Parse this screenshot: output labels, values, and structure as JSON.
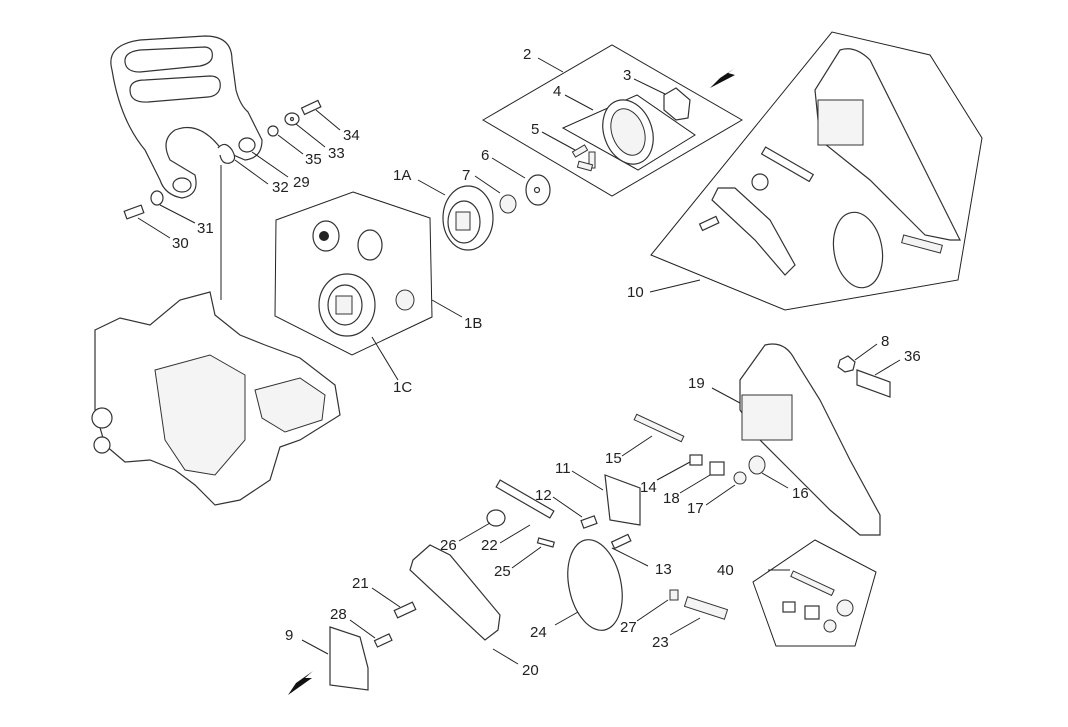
{
  "diagram": {
    "title": "Chainsaw clutch and chain brake exploded parts diagram",
    "labels": {
      "p1A": "1A",
      "p1B": "1B",
      "p1C": "1C",
      "p2": "2",
      "p3": "3",
      "p4": "4",
      "p5": "5",
      "p6": "6",
      "p7": "7",
      "p8": "8",
      "p9": "9",
      "p10": "10",
      "p11": "11",
      "p12": "12",
      "p13": "13",
      "p14": "14",
      "p15": "15",
      "p16": "16",
      "p17": "17",
      "p18": "18",
      "p19": "19",
      "p20": "20",
      "p21": "21",
      "p22": "22",
      "p23": "23",
      "p24": "24",
      "p25": "25",
      "p26": "26",
      "p27": "27",
      "p28": "28",
      "p29": "29",
      "p30": "30",
      "p31": "31",
      "p32": "32",
      "p33": "33",
      "p34": "34",
      "p35": "35",
      "p36": "36",
      "p40": "40"
    },
    "colors": {
      "line": "#222222",
      "background": "#ffffff"
    }
  }
}
